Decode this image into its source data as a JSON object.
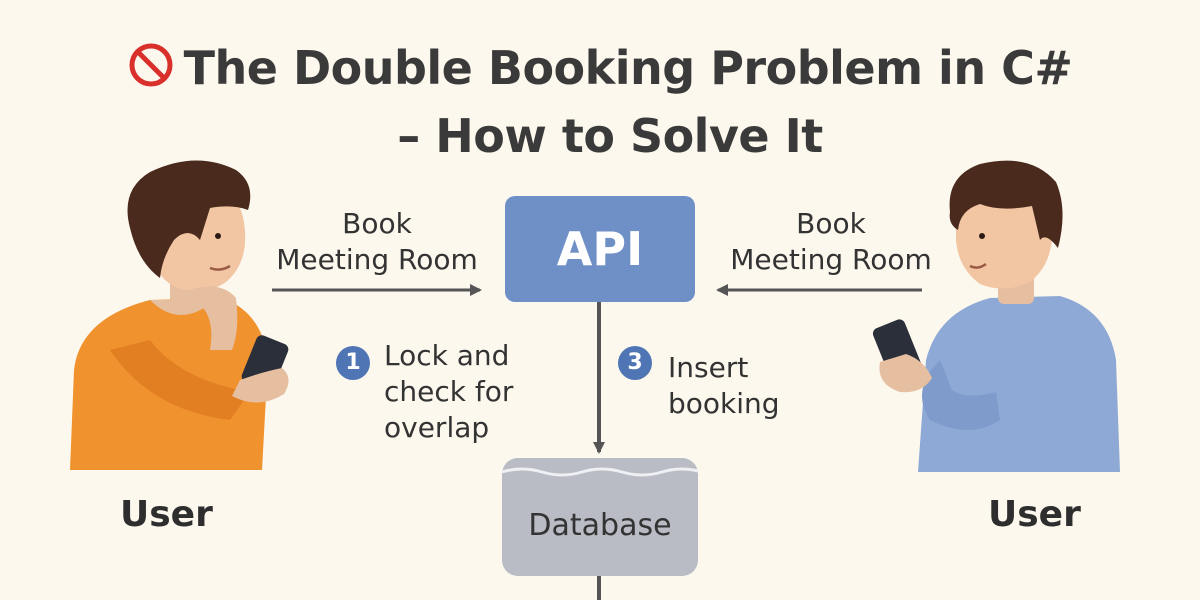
{
  "title": {
    "icon": "prohibited-icon",
    "line1": "The Double Booking Problem in C#",
    "line2": "– How to Solve It"
  },
  "left_user": {
    "label": "User",
    "shirt_color": "#f0922e",
    "icon": "person-with-phone-icon"
  },
  "right_user": {
    "label": "User",
    "shirt_color": "#8ea9d6",
    "icon": "person-with-phone-icon"
  },
  "left_request": {
    "line1": "Book",
    "line2": "Meeting Room"
  },
  "right_request": {
    "line1": "Book",
    "line2": "Meeting Room"
  },
  "api": {
    "label": "API",
    "color": "#6f8fc7"
  },
  "database": {
    "label": "Database",
    "color": "#b9bcc4"
  },
  "steps": [
    {
      "number": "1",
      "line1": "Lock and",
      "line2": "check for",
      "line3": "overlap"
    },
    {
      "number": "3",
      "line1": "Insert",
      "line2": "booking"
    }
  ],
  "colors": {
    "background": "#fcf8ee",
    "arrow": "#555555",
    "badge": "#4f75b5"
  }
}
